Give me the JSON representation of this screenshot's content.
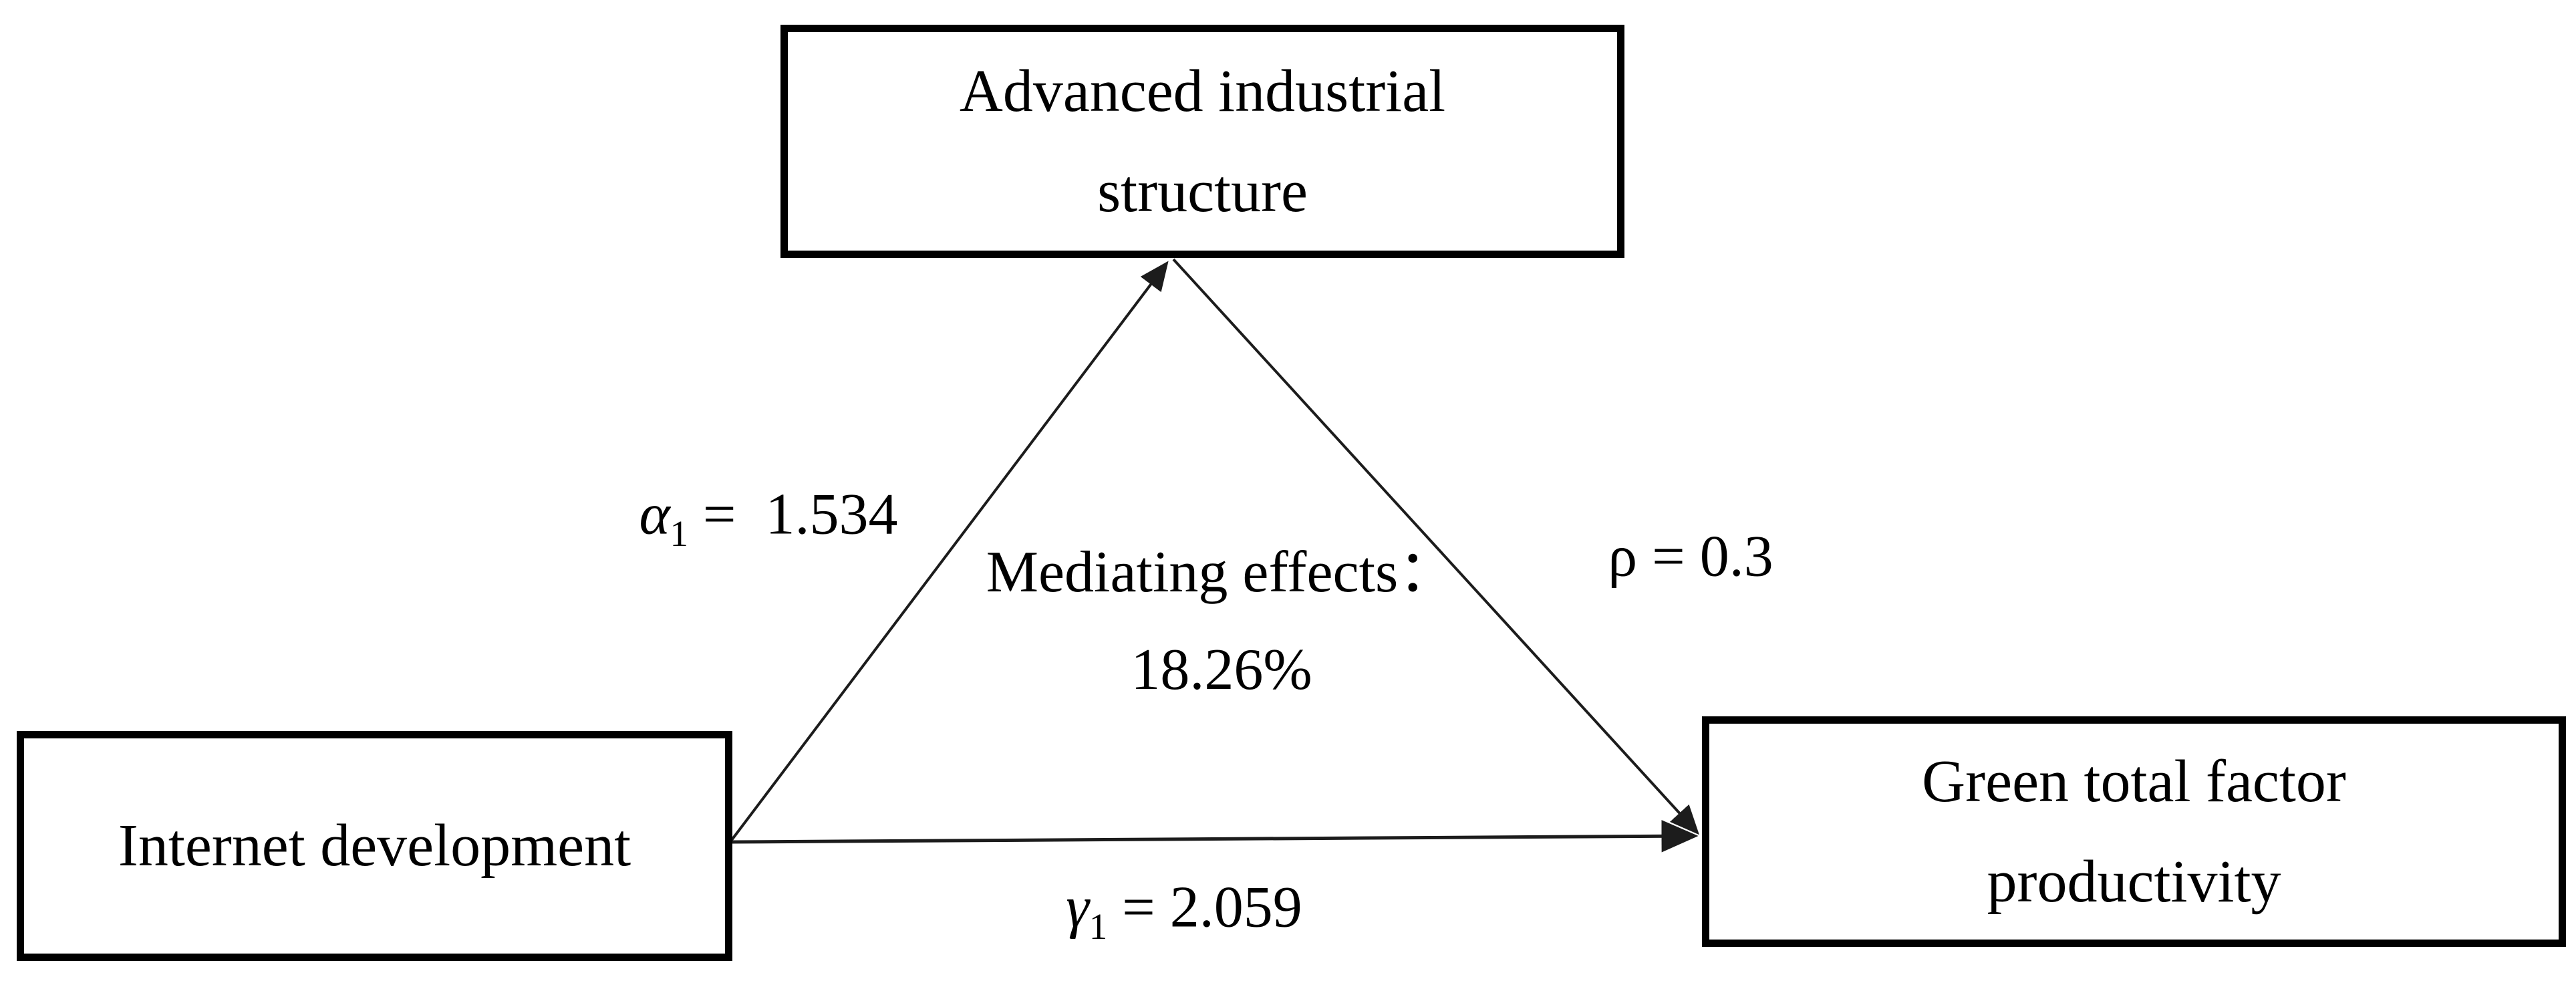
{
  "nodes": {
    "mediator": {
      "line1": "Advanced industrial",
      "line2": "structure"
    },
    "independent": {
      "label": "Internet development"
    },
    "dependent": {
      "line1": "Green total factor",
      "line2": "productivity"
    }
  },
  "edges": {
    "a": {
      "symbol": "α",
      "subscript": "1",
      "equation": " =  1.534"
    },
    "b": {
      "symbol": "ρ",
      "subscript": "",
      "equation": " = 0.3"
    },
    "c": {
      "symbol": "γ",
      "subscript": "1",
      "equation": " = 2.059"
    }
  },
  "mediation": {
    "line1": "Mediating effects：",
    "line2": "18.26%"
  },
  "colors": {
    "background": "#ffffff",
    "box_border": "#000000",
    "text": "#000000",
    "arrow": "#1c1c1c"
  }
}
